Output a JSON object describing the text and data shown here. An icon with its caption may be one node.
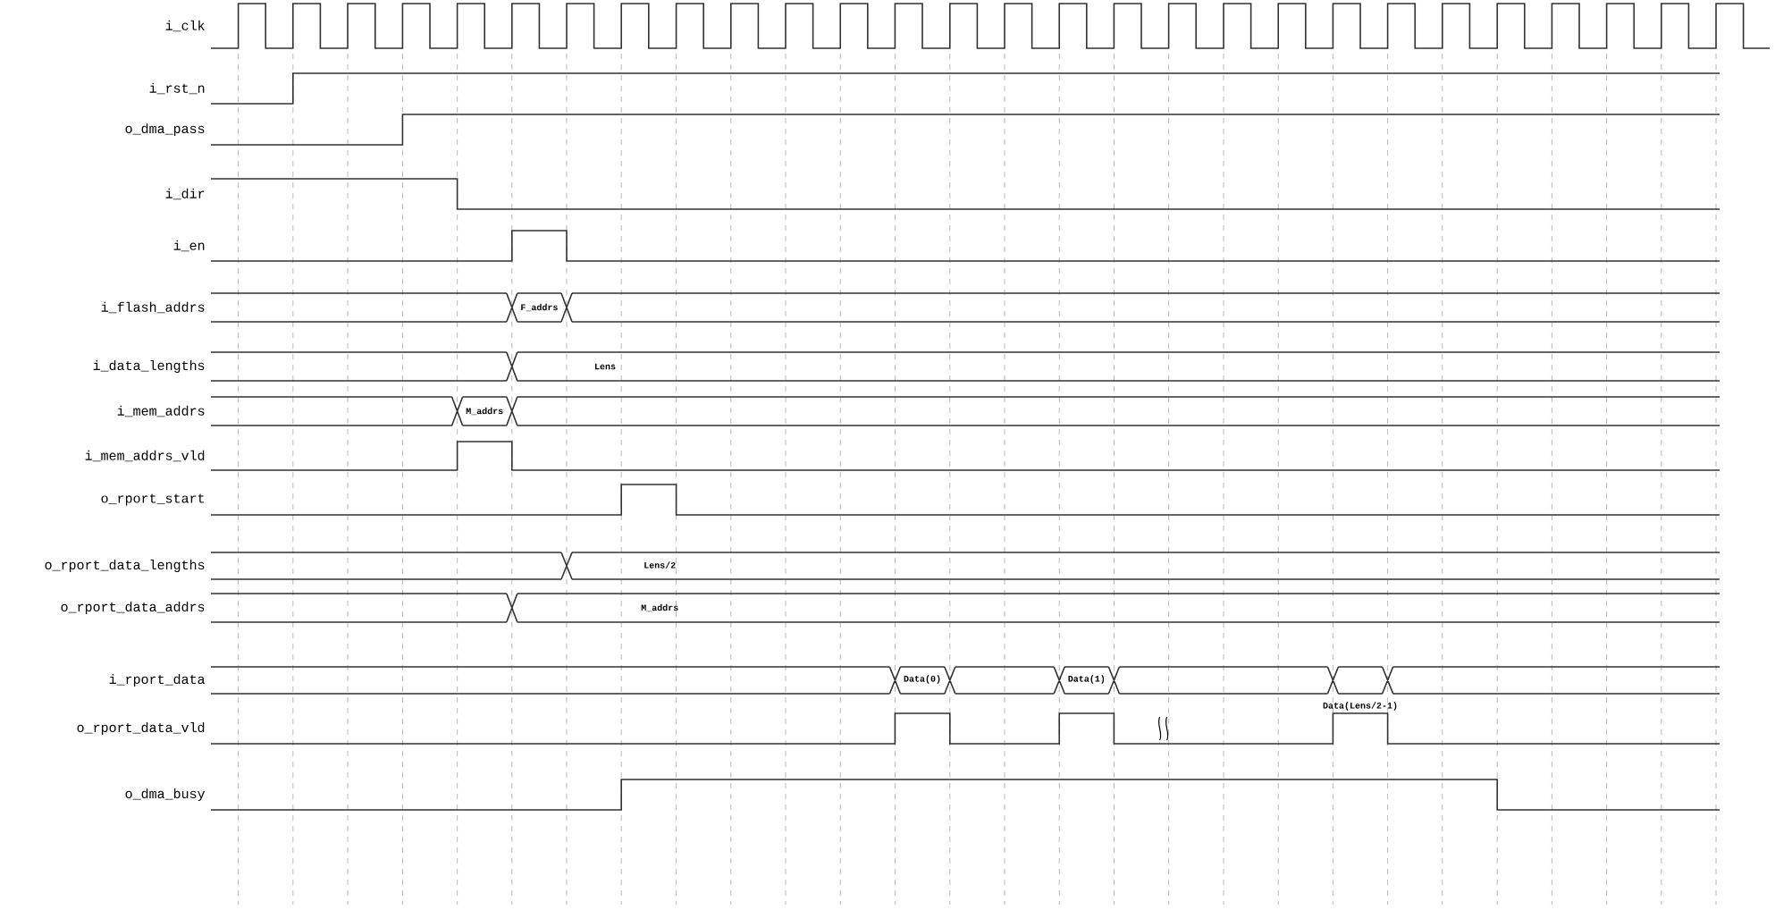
{
  "diagram": {
    "labels": [
      "i_clk",
      "i_rst_n",
      "o_dma_pass",
      "i_dir",
      "i_en",
      "i_flash_addrs",
      "F_addrs",
      "i_data_lengths",
      "Lens",
      "i_mem_addrs",
      "M_addrs",
      "i_mem_addrs_vld",
      "o_rport_start",
      "o_rport_data_lengths",
      "Lens/2",
      "o_rport_data_addrs",
      "M_addrs",
      "i_rport_data",
      "Data(0)",
      "Data(1)",
      "Data(Lens/2-1)",
      "o_rport_data_vld",
      "o_dma_busy"
    ]
  }
}
